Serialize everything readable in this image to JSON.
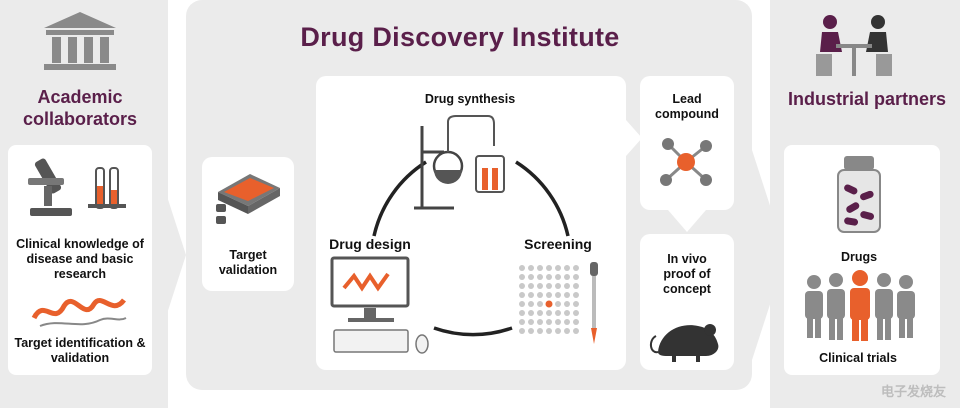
{
  "left": {
    "heading": "Academic collaborators",
    "clinical": "Clinical knowledge of disease and basic research",
    "target_id": "Target identification & validation"
  },
  "target_validation": "Target validation",
  "center": {
    "title": "Drug Discovery Institute",
    "synthesis": "Drug synthesis",
    "design": "Drug design",
    "screening": "Screening"
  },
  "lead": "Lead compound",
  "invivo": "In vivo proof of concept",
  "right": {
    "heading": "Industrial partners",
    "drugs": "Drugs",
    "trials": "Clinical trials"
  },
  "watermark": "电子发烧友",
  "colors": {
    "brand": "#5a1f4a",
    "accent": "#e8602c",
    "panel": "#ebebeb"
  }
}
